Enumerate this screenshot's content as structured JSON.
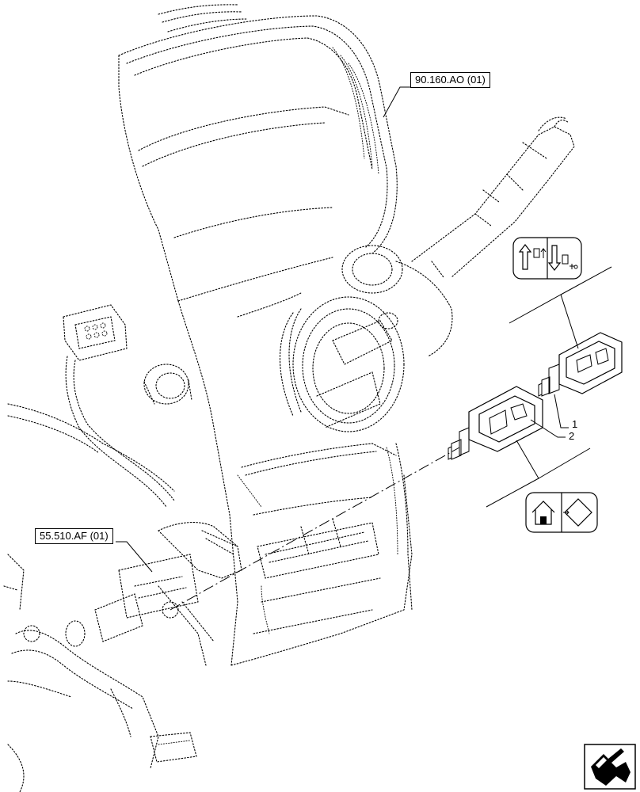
{
  "callouts": {
    "upper_ref": "90.160.AO (01)",
    "lower_ref": "55.510.AF (01)"
  },
  "part_numbers": {
    "part_1": "1",
    "part_2": "2"
  },
  "symbols": {
    "upper_symbol_icons": [
      "arrow-up-icon",
      "arrow-down-icon"
    ],
    "lower_symbol_icons": [
      "house-icon",
      "diamond-arrow-icon"
    ],
    "corner_icon": "navigation-arrow-icon"
  }
}
